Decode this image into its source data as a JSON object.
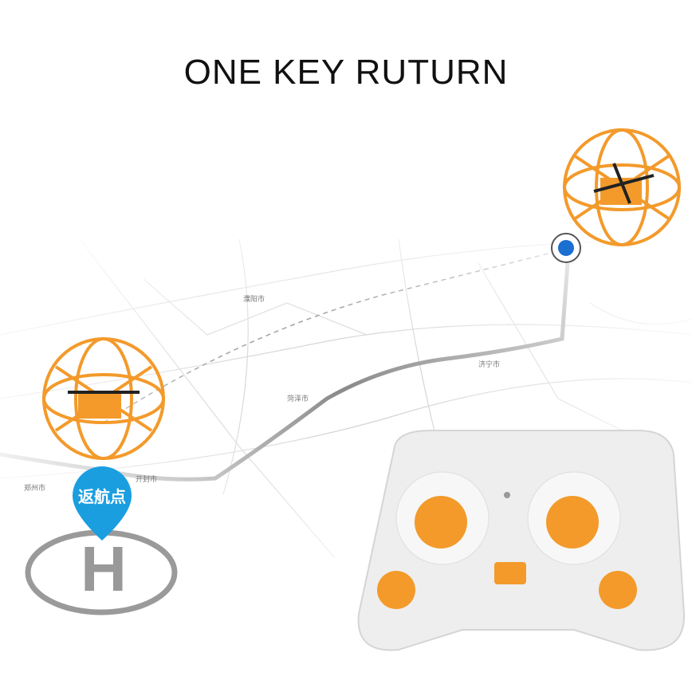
{
  "title": "ONE KEY RUTURN",
  "home_marker": {
    "label": "返航点",
    "letter": "H",
    "color": "#1a9ee0"
  },
  "map_labels": [
    "濮阳市",
    "菏泽市",
    "济宁市",
    "郑州市",
    "开封市"
  ],
  "colors": {
    "drone": "#f39a2b",
    "route": "#888888",
    "position_dot": "#1a6fd0"
  }
}
